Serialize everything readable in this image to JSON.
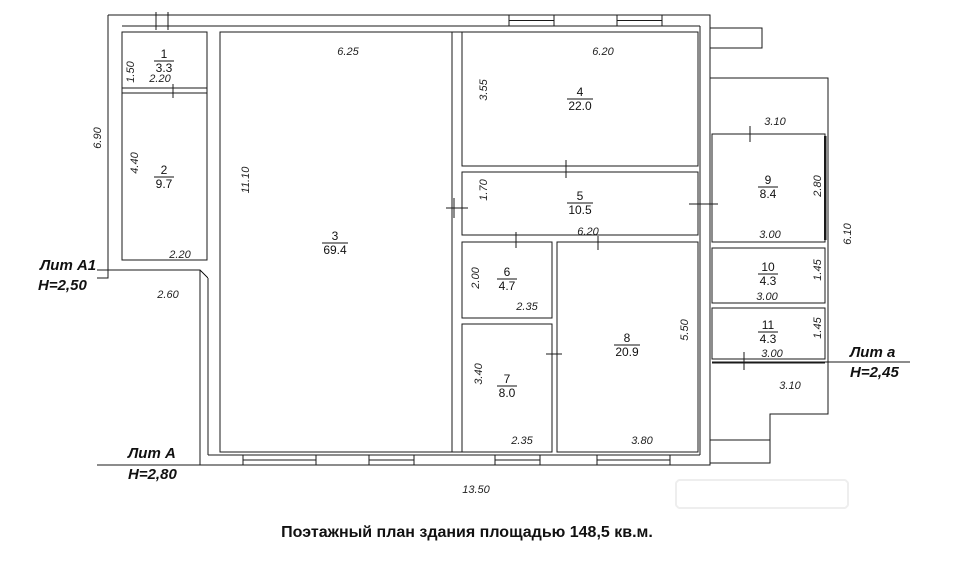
{
  "caption": "Поэтажный план здания площадью 148,5 кв.м.",
  "labels": {
    "lit_a1": "Лит А1",
    "h_a1": "H=2,50",
    "lit_a": "Лит А",
    "h_a": "H=2,80",
    "lit_a_small": "Лит а",
    "h_a_small": "H=2,45"
  },
  "rooms": [
    {
      "num": "1",
      "area": "3.3"
    },
    {
      "num": "2",
      "area": "9.7"
    },
    {
      "num": "3",
      "area": "69.4"
    },
    {
      "num": "4",
      "area": "22.0"
    },
    {
      "num": "5",
      "area": "10.5"
    },
    {
      "num": "6",
      "area": "4.7"
    },
    {
      "num": "7",
      "area": "8.0"
    },
    {
      "num": "8",
      "area": "20.9"
    },
    {
      "num": "9",
      "area": "8.4"
    },
    {
      "num": "10",
      "area": "4.3"
    },
    {
      "num": "11",
      "area": "4.3"
    }
  ],
  "dims": {
    "d1_height": "1.50",
    "d1_width": "2.20",
    "d2_height": "4.40",
    "d2_width": "2.20",
    "a1_total": "6.90",
    "a1_lower": "2.60",
    "d3_width": "6.25",
    "d3_height": "11.10",
    "d4_width": "6.20",
    "d4_height": "3.55",
    "d5_height": "1.70",
    "d5_width": "6.20",
    "d6_height": "2.00",
    "d6_width": "2.35",
    "d7_height": "3.40",
    "d7_width": "2.35",
    "d8_height": "5.50",
    "d8_width": "3.80",
    "d9_top": "3.10",
    "d9_height": "2.80",
    "d9_width": "3.00",
    "d10_height": "1.45",
    "d10_width": "3.00",
    "d11_height": "1.45",
    "d11_width": "3.00",
    "da_bottom": "3.10",
    "da_total": "6.10",
    "total_width": "13.50"
  }
}
